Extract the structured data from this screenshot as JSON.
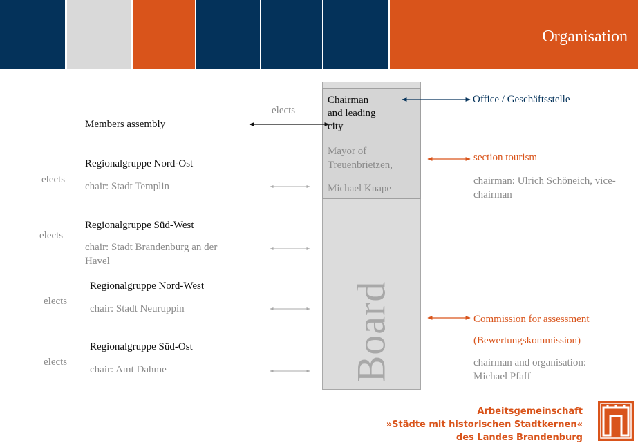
{
  "header": {
    "title": "Organisation"
  },
  "colors": {
    "navy": "#04325a",
    "grey": "#d9d9d9",
    "orange": "#d9541b",
    "text_grey": "#8a8a8a"
  },
  "board": {
    "label": "Board",
    "chair_title": "Chairman and leading city",
    "chair_person": [
      "Mayor of",
      "Treuenbrietzen,",
      "Michael Knape"
    ]
  },
  "left": {
    "elects_top": "elects",
    "members_assembly": "Members assembly",
    "groups": [
      {
        "elects": "elects",
        "name": "Regionalgruppe Nord-Ost",
        "chair": "chair: Stadt Templin"
      },
      {
        "elects": "elects",
        "name": "Regionalgruppe Süd-West",
        "chair": "chair: Stadt Brandenburg an der Havel"
      },
      {
        "elects": "elects",
        "name": "Regionalgruppe Nord-West",
        "chair": "chair: Stadt Neuruppin"
      },
      {
        "elects": "elects",
        "name": "Regionalgruppe Süd-Ost",
        "chair": "chair: Amt Dahme"
      }
    ]
  },
  "right": {
    "office": "Office / Geschäftsstelle",
    "tourism": {
      "title": "section tourism",
      "detail": "chairman: Ulrich Schöneich, vice-chairman"
    },
    "commission": {
      "title": "Commission for assessment",
      "subtitle": "(Bewertungskommission)",
      "detail": "chairman and organisation: Michael Pfaff"
    }
  },
  "logo": {
    "line1": "Arbeitsgemeinschaft",
    "line2": "»Städte mit historischen Stadtkernen«",
    "line3": "des Landes Brandenburg",
    "icon": "castle-gate-icon"
  }
}
